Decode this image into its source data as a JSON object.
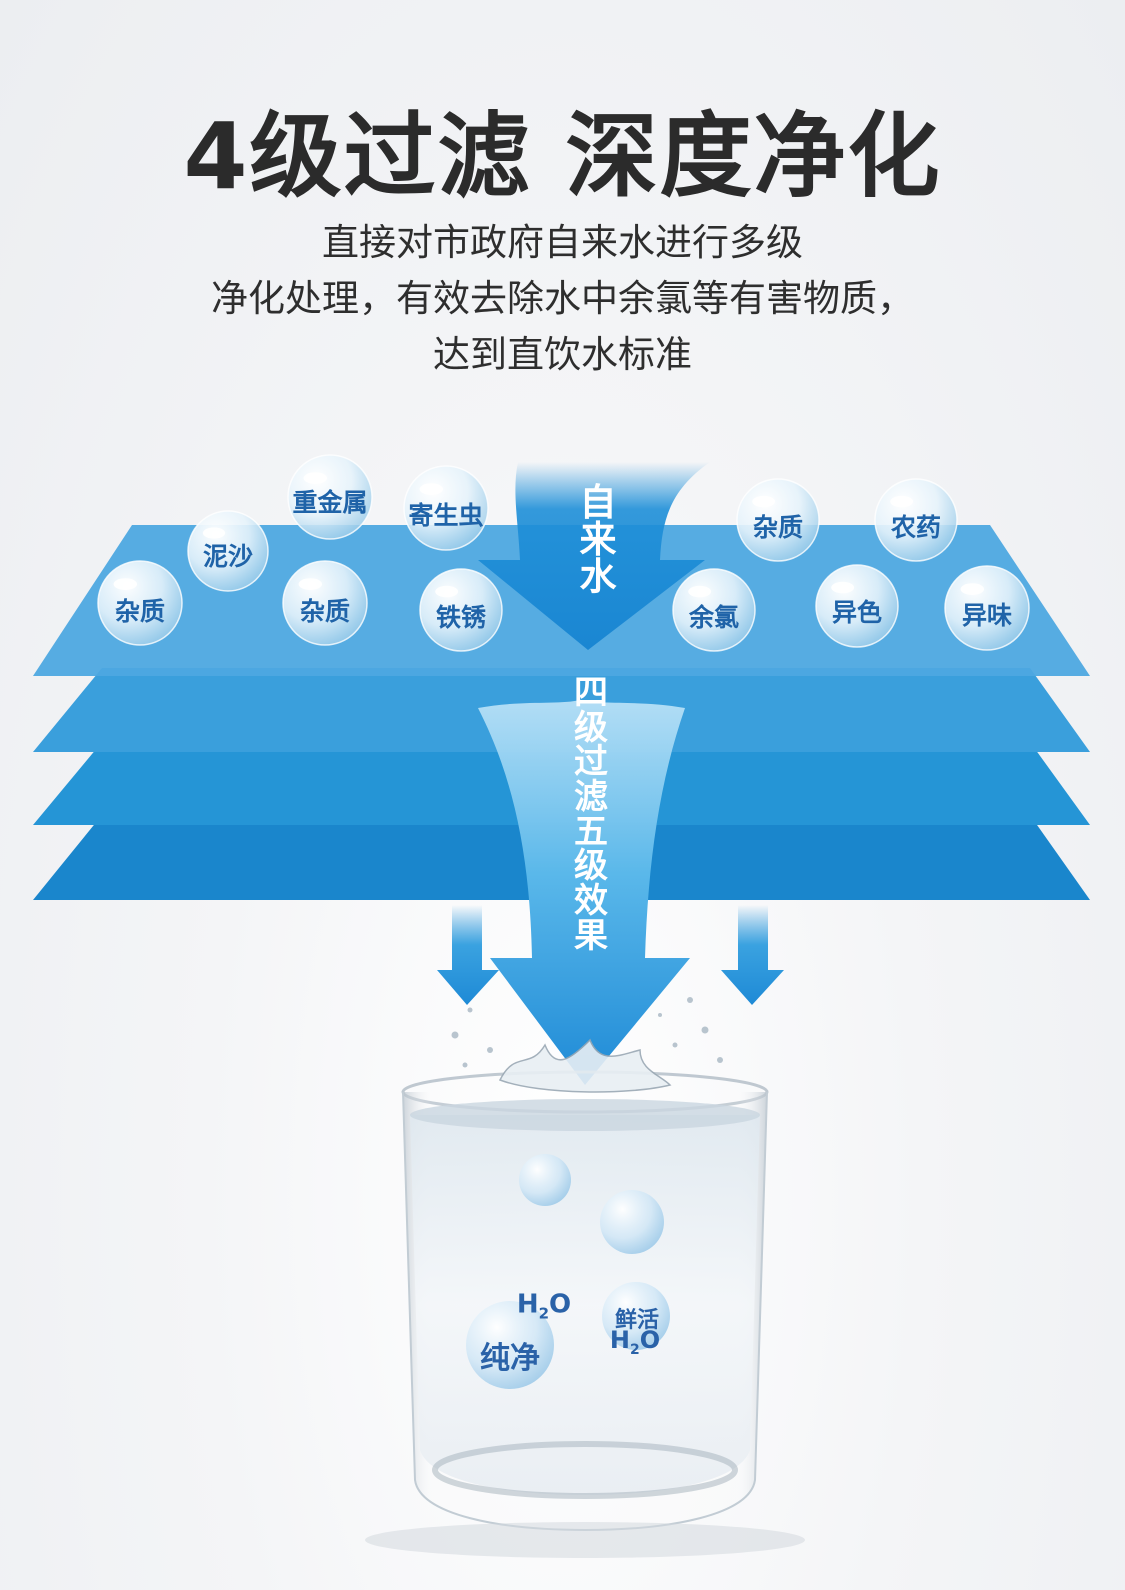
{
  "header": {
    "title": "4级过滤 深度净化",
    "desc_lines": [
      "直接对市政府自来水进行多级",
      "净化处理，有效去除水中余氯等有害物质，",
      "达到直饮水标准"
    ]
  },
  "arrows": {
    "top_label": [
      "自",
      "来",
      "水"
    ],
    "middle_label": [
      "四",
      "级",
      "过",
      "滤",
      "五",
      "级",
      "效",
      "果"
    ]
  },
  "impurities": [
    "重金属",
    "寄生虫",
    "泥沙",
    "杂质",
    "杂质",
    "铁锈",
    "杂质",
    "农药",
    "余氯",
    "异色",
    "异味"
  ],
  "glass": {
    "h2o": "H",
    "h2o_sub": "2",
    "h2o_o": "O",
    "pure": "纯净",
    "fresh": "鲜活",
    "fresh_h": "H",
    "fresh_sub": "2",
    "fresh_o": "O"
  },
  "colors": {
    "layer_1": "#4da8e0",
    "layer_2": "#3a9fdc",
    "layer_3": "#2595d6",
    "layer_4": "#1a86cc",
    "arrow": "#1e8fd8"
  }
}
